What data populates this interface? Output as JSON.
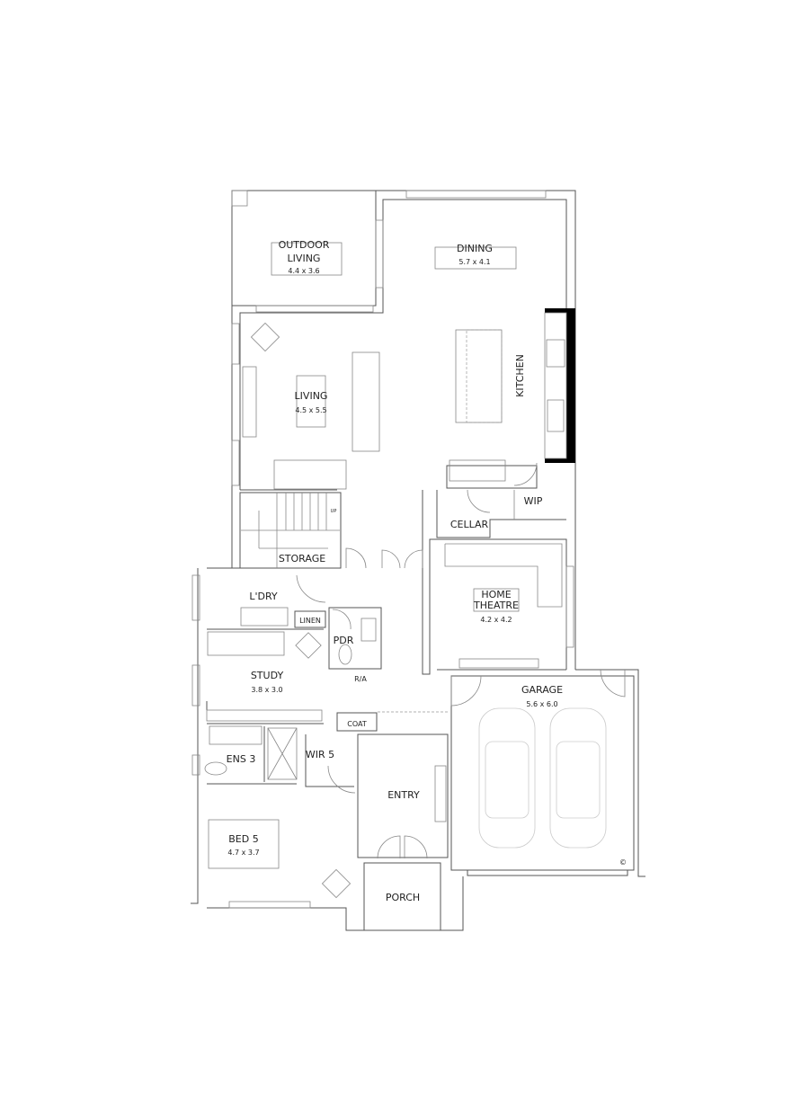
{
  "rooms": {
    "outdoor_living": {
      "name_line1": "OUTDOOR",
      "name_line2": "LIVING",
      "size": "4.4 x 3.6"
    },
    "dining": {
      "name": "DINING",
      "size": "5.7 x 4.1"
    },
    "living": {
      "name": "LIVING",
      "size": "4.5 x 5.5"
    },
    "kitchen": {
      "name": "KITCHEN"
    },
    "wip": {
      "name": "WIP"
    },
    "cellar": {
      "name": "CELLAR"
    },
    "storage": {
      "name": "STORAGE"
    },
    "stairs": {
      "name": "UP"
    },
    "laundry": {
      "name": "L'DRY"
    },
    "linen": {
      "name": "LINEN"
    },
    "pdr": {
      "name": "PDR"
    },
    "home_theatre": {
      "name_line1": "HOME",
      "name_line2": "THEATRE",
      "size": "4.2 x 4.2"
    },
    "study": {
      "name": "STUDY",
      "size": "3.8 x 3.0"
    },
    "ra": {
      "name": "R/A"
    },
    "garage": {
      "name": "GARAGE",
      "size": "5.6 x 6.0"
    },
    "coat": {
      "name": "COAT"
    },
    "ens3": {
      "name": "ENS 3"
    },
    "wir5": {
      "name": "WIR 5"
    },
    "entry": {
      "name": "ENTRY"
    },
    "bed5": {
      "name": "BED 5",
      "size": "4.7 x 3.7"
    },
    "porch": {
      "name": "PORCH"
    }
  },
  "symbols": {
    "garage_meter": "©"
  },
  "colors": {
    "walls": "#555555",
    "bench": "#000000"
  }
}
